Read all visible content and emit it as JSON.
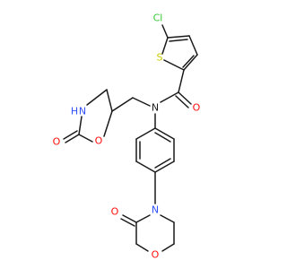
{
  "molecule": {
    "atoms": {
      "cl": "Cl",
      "s": "S",
      "o_amide": "O",
      "n_amide": "N",
      "nh_ring": "H",
      "n_ring": "N",
      "o_ring_ox": "O",
      "o_carbonyl_ox": "O",
      "n_morph": "N",
      "o_morph_keto": "O",
      "o_morph_ring": "O"
    },
    "colors": {
      "carbon_bond": "#1a1a1a",
      "chlorine": "#33cc33",
      "sulfur": "#cccc00",
      "oxygen": "#ff0d0d",
      "nitrogen": "#3050f8"
    }
  }
}
